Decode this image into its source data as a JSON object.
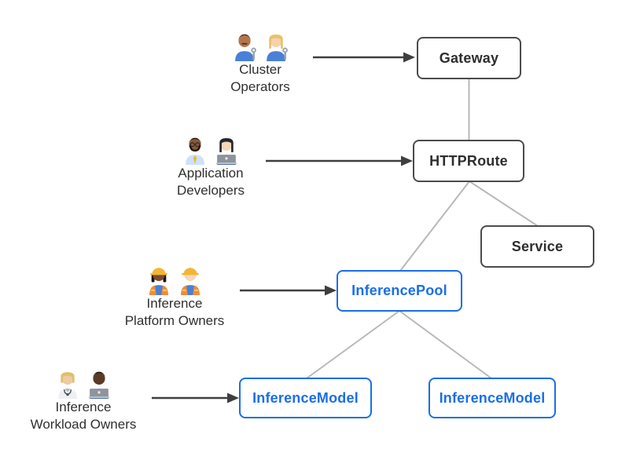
{
  "diagram": {
    "personas": [
      {
        "line1": "Cluster",
        "line2": "Operators",
        "icons": [
          "man-mechanic-emoji",
          "woman-mechanic-emoji"
        ],
        "points_to": "Gateway"
      },
      {
        "line1": "Application",
        "line2": "Developers",
        "icons": [
          "man-office-worker-emoji",
          "woman-technologist-emoji"
        ],
        "points_to": "HTTPRoute"
      },
      {
        "line1": "Inference",
        "line2": "Platform Owners",
        "icons": [
          "woman-construction-worker-emoji",
          "man-construction-worker-emoji"
        ],
        "points_to": "InferencePool"
      },
      {
        "line1": "Inference",
        "line2": "Workload Owners",
        "icons": [
          "health-worker-emoji",
          "man-technologist-emoji"
        ],
        "points_to": "InferenceModel"
      }
    ],
    "nodes": {
      "gateway": {
        "label": "Gateway",
        "style": "core"
      },
      "httproute": {
        "label": "HTTPRoute",
        "style": "core"
      },
      "service": {
        "label": "Service",
        "style": "core"
      },
      "inferencepool": {
        "label": "InferencePool",
        "style": "extension"
      },
      "inferencemodel1": {
        "label": "InferenceModel",
        "style": "extension"
      },
      "inferencemodel2": {
        "label": "InferenceModel",
        "style": "extension"
      }
    },
    "edges": [
      {
        "from": "gateway",
        "to": "httproute"
      },
      {
        "from": "httproute",
        "to": "service"
      },
      {
        "from": "httproute",
        "to": "inferencepool"
      },
      {
        "from": "inferencepool",
        "to": "inferencemodel1"
      },
      {
        "from": "inferencepool",
        "to": "inferencemodel2"
      }
    ],
    "colors": {
      "core_border": "#4b4b4b",
      "core_text": "#2e2e2e",
      "extension_accent": "#1a6ee8",
      "connector_line": "#b8b8b8",
      "arrow": "#3f3f3f",
      "background": "#ffffff"
    }
  }
}
